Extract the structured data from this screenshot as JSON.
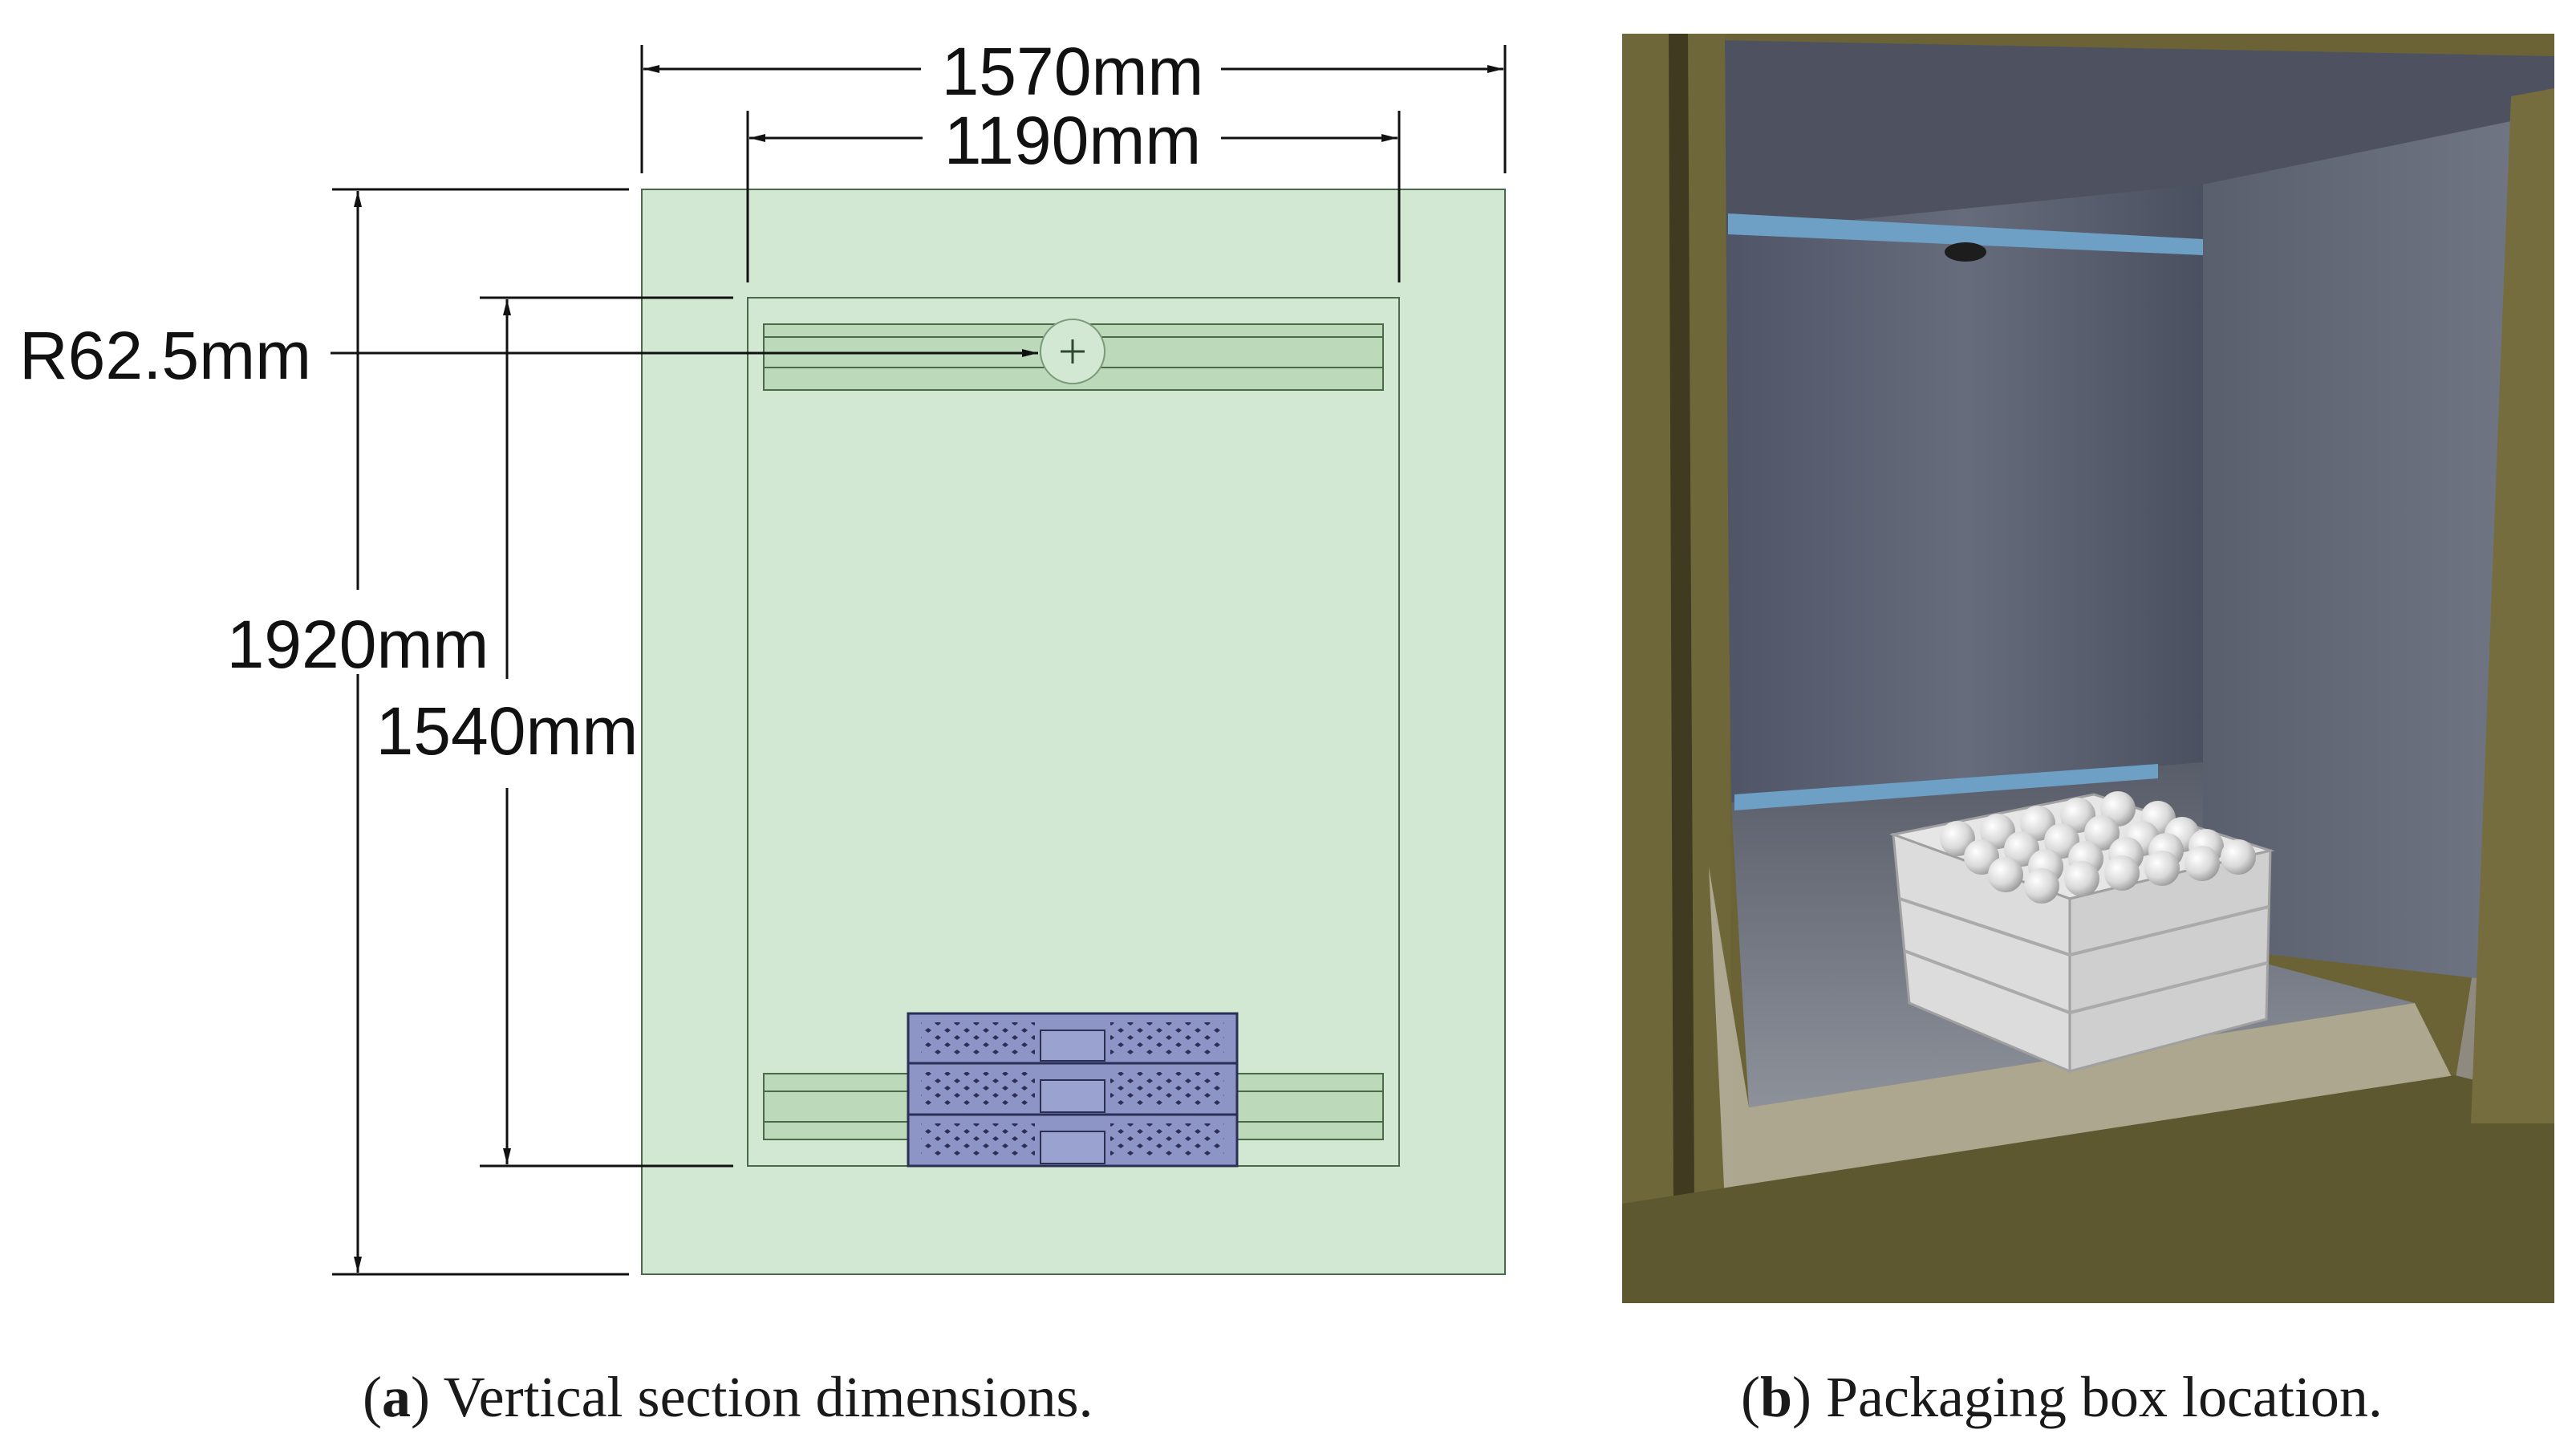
{
  "panel_a": {
    "dimensions": {
      "outer_width": "1570mm",
      "inner_width": "1190mm",
      "outer_height": "1920mm",
      "inner_height": "1540mm",
      "radius": "R62.5mm"
    },
    "caption": {
      "letter": "a",
      "text": " Vertical section dimensions."
    }
  },
  "panel_b": {
    "caption": {
      "letter": "b",
      "text": " Packaging box location."
    }
  },
  "colors": {
    "section_fill": "#d3e8d2",
    "section_stroke": "#4a6a4a",
    "rail_fill": "#bcd9ba",
    "box_fill": "#8c95c6",
    "box_dark": "#2b2f56",
    "chamber_wall": "#5b6070",
    "frame": "#6b6335"
  }
}
